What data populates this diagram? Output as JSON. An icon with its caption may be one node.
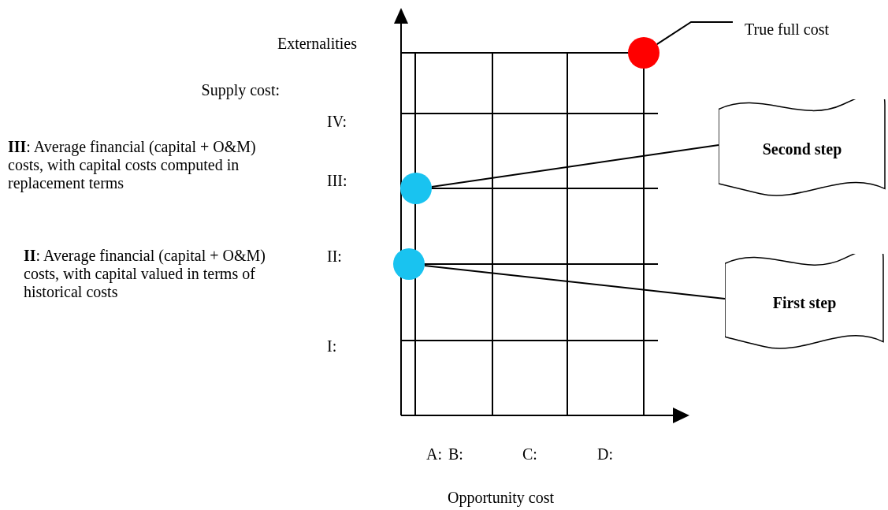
{
  "diagram": {
    "nodes": [
      {
        "text": [
          "True full cost"
        ]
      },
      {
        "text": [],
        "shape": "circle"
      },
      {
        "text": [
          "Second step"
        ]
      },
      {
        "text": [],
        "shape": "circle"
      },
      {
        "text": [
          "First step"
        ]
      },
      {
        "text": [],
        "shape": "circle"
      }
    ],
    "edges": [
      {
        "from": 0,
        "to": 1,
        "arrow": "none"
      },
      {
        "from": 3,
        "to": 2,
        "arrow": "none"
      },
      {
        "from": 5,
        "to": 4,
        "arrow": "none"
      }
    ],
    "labels": [
      "Externalities",
      "Supply cost:",
      "IV:",
      "**III**: Average financial (capital + O&M) costs, with capital costs computed in replacement terms",
      "III:",
      "**II**: Average financial (capital + O&M) costs, with capital valued in terms of historical costs",
      "II:",
      "I:",
      "A:",
      "B:",
      "C:",
      "D:",
      "Opportunity cost"
    ]
  }
}
